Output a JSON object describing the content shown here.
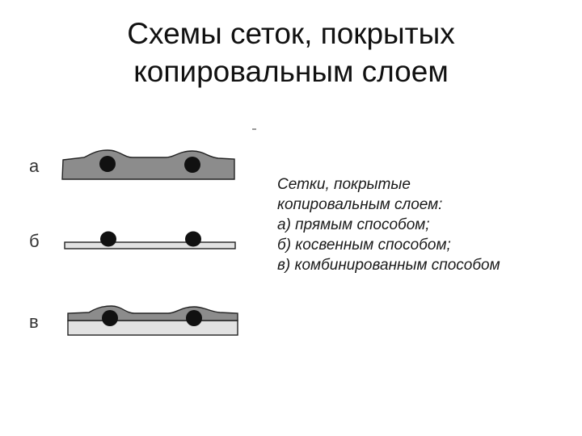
{
  "slide": {
    "title_lines": [
      "Схемы сеток, покрытых",
      "копировальным слоем"
    ],
    "caption_lines": [
      "Сетки, покрытые",
      "копировальным слоем:",
      "а) прямым способом;",
      "б) косвенным способом;",
      "в) комбинированным способом"
    ]
  },
  "diagram": {
    "labels": [
      "а",
      "б",
      "в"
    ],
    "colors": {
      "layer_dark": "#8c8c8c",
      "layer_light": "#e2e2e2",
      "thread": "#111111",
      "outline": "#222222"
    }
  }
}
